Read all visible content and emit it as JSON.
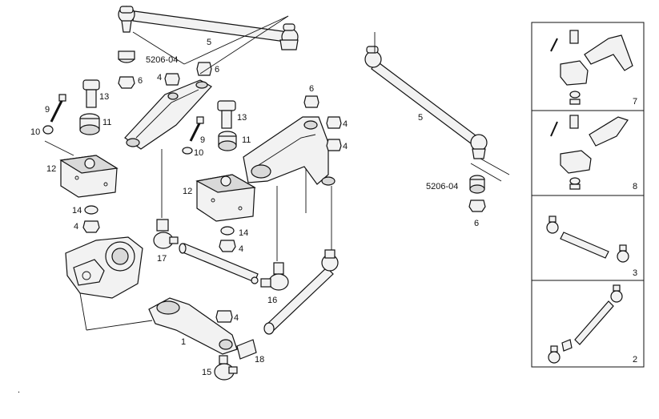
{
  "labels": {
    "tie_rod_top": "5",
    "ref_top": "5206-04",
    "n6_top": "6",
    "n4_top_a": "4",
    "n6_top_b": "6",
    "n13_left": "13",
    "n9_left": "9",
    "n11_left": "11",
    "n10_left": "10",
    "n12_left": "12",
    "n14_left": "14",
    "n4_left": "4",
    "n17": "17",
    "n13_mid": "13",
    "n11_mid": "11",
    "n9_mid": "9",
    "n10_mid": "10",
    "n12_mid": "12",
    "n14_mid": "14",
    "n4_mid": "4",
    "n6_mid": "6",
    "n4_mid_b": "4",
    "n4_mid_c": "4",
    "n16": "16",
    "n4_bottom": "4",
    "n1": "1",
    "n15": "15",
    "n18": "18",
    "tie_rod_right": "5",
    "ref_right": "5206-04",
    "n6_right": "6"
  },
  "panels": [
    {
      "number": "7"
    },
    {
      "number": "8"
    },
    {
      "number": "3"
    },
    {
      "number": "2"
    }
  ],
  "footer_mark": "."
}
